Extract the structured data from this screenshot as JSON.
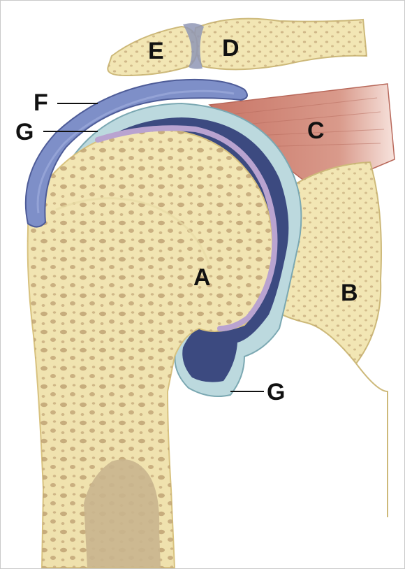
{
  "labels": {
    "A": "A",
    "B": "B",
    "C": "C",
    "D": "D",
    "E": "E",
    "F": "F",
    "G_top": "G",
    "G_bottom": "G"
  },
  "colors": {
    "bone": "#f2e6b4",
    "bone_edge": "#e0cf8f",
    "trabecular_holes": "#b99a6c",
    "muscle": "#d68f80",
    "bursa": "#7e8fc8",
    "cartilage_dark": "#3c4a80",
    "cartilage_purple": "#b9a3d0",
    "capsule": "#bcd9de",
    "marrow": "#c9b58e"
  }
}
